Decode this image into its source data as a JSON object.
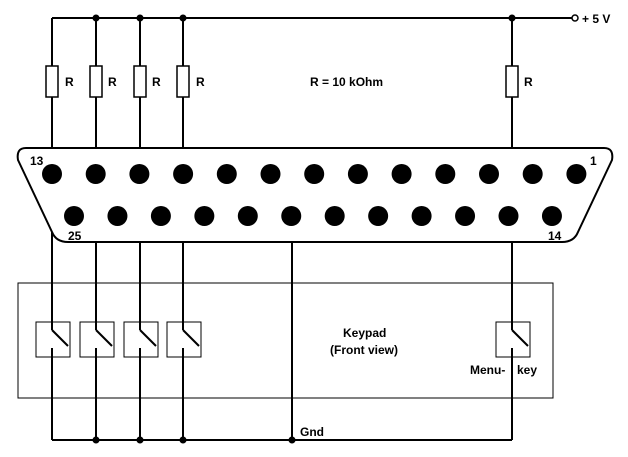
{
  "supply_label": "+ 5 V",
  "resistor_value_label": "R = 10 kOhm",
  "resistor_labels": [
    "R",
    "R",
    "R",
    "R",
    "R"
  ],
  "connector": {
    "pin_1_label": "1",
    "pin_13_label": "13",
    "pin_14_label": "14",
    "pin_25_label": "25"
  },
  "keypad": {
    "title_line1": "Keypad",
    "title_line2": "(Front view)",
    "menu_key_label_a": "Menu-",
    "menu_key_label_b": "key"
  },
  "ground_label": "Gnd"
}
